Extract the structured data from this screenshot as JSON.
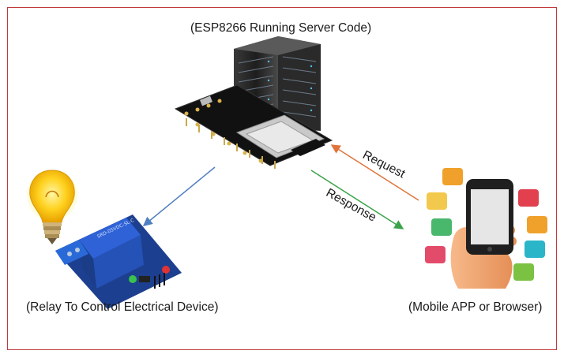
{
  "diagram": {
    "server_caption": "(ESP8266 Running Server Code)",
    "relay_caption": "(Relay To Control Electrical Device)",
    "mobile_caption": "(Mobile APP or Browser)",
    "request_label": "Request",
    "response_label": "Response",
    "relay_module_text": "SRD-05VDC-SL-C"
  },
  "colors": {
    "frame": "#c0393b",
    "request_arrow": "#e0743c",
    "response_arrow": "#3aa34a",
    "relay_arrow": "#4f7fc1"
  },
  "icons": [
    "server-rack-icon",
    "esp8266-board-icon",
    "light-bulb-icon",
    "relay-module-icon",
    "smartphone-icon",
    "hand-icon",
    "app-bubble-icons"
  ]
}
